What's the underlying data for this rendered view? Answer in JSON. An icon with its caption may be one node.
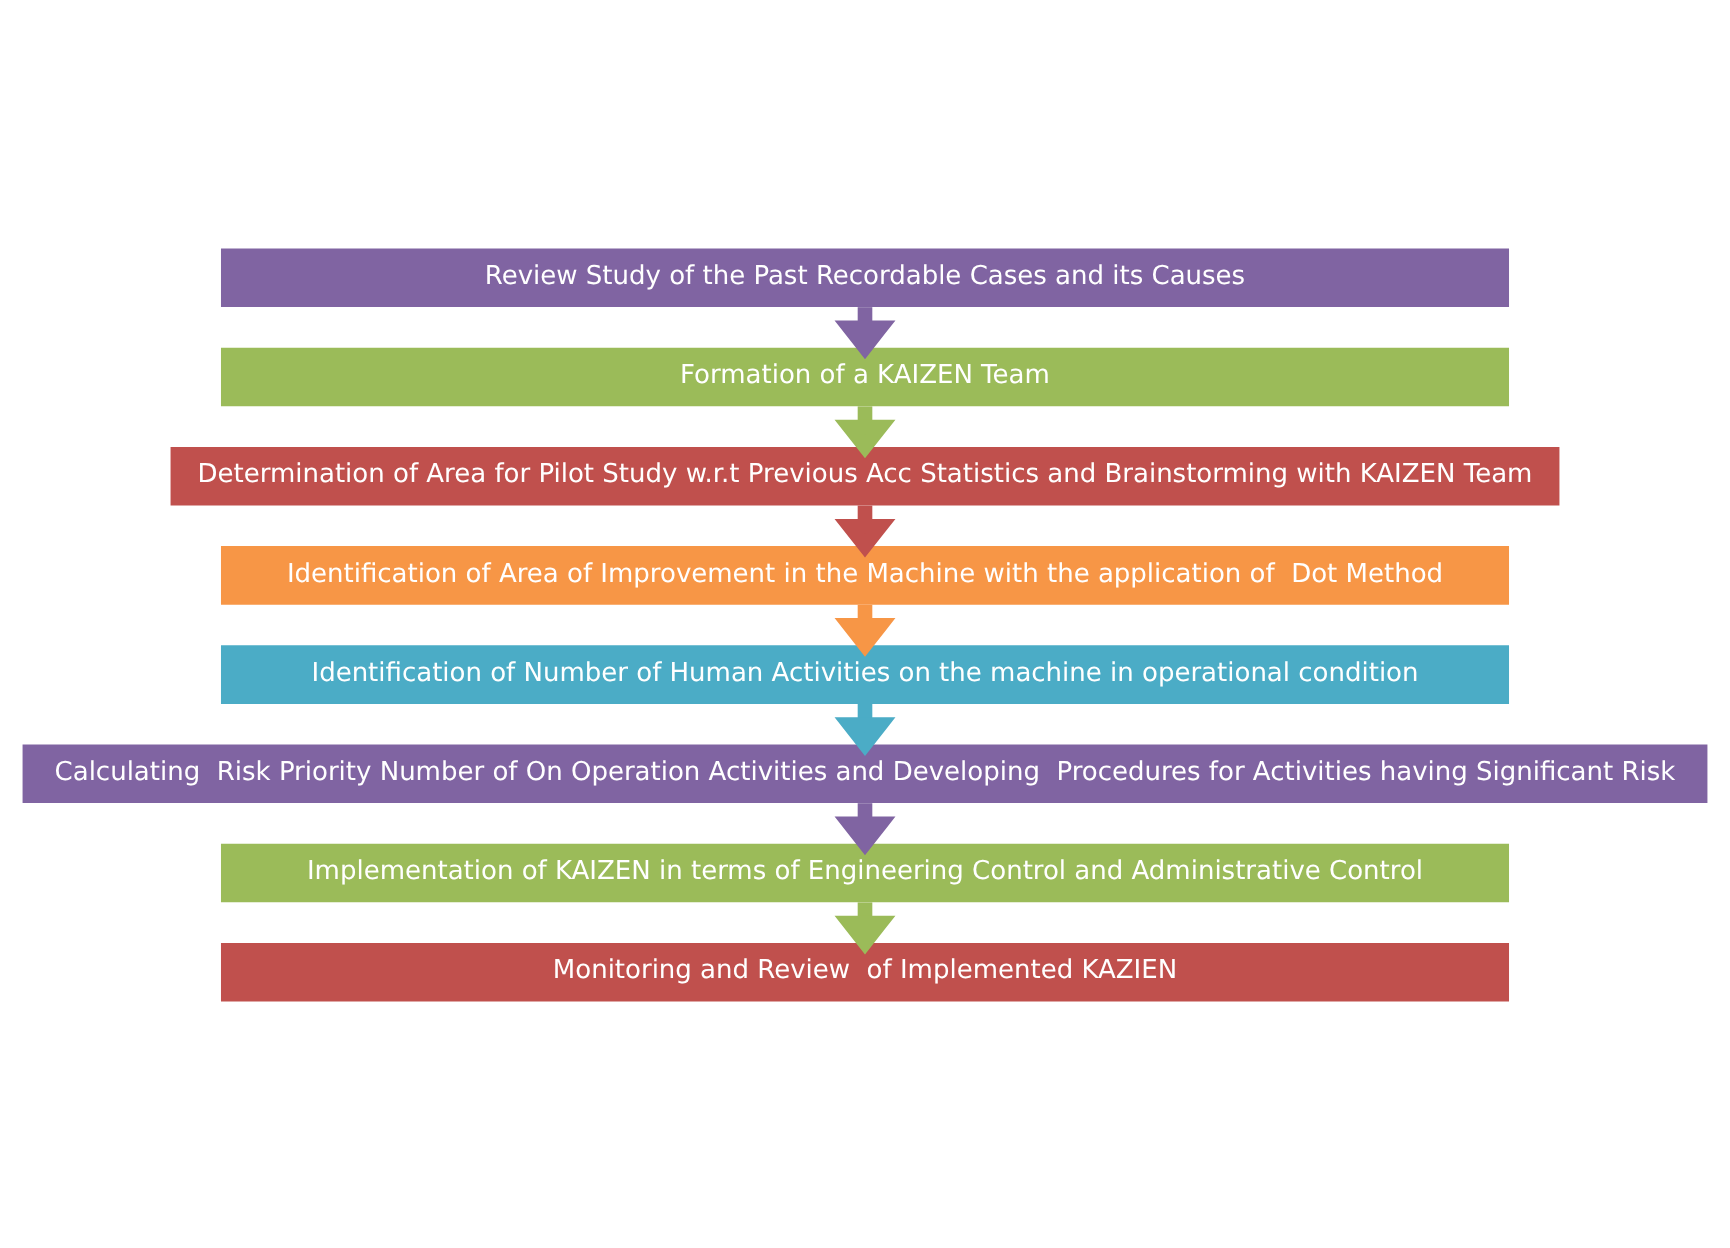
{
  "diagram": {
    "nodes": [
      {
        "text": [
          "Review Study of the Past Recordable Cases and its Causes"
        ]
      },
      {
        "text": [
          "Formation of a KAIZEN Team"
        ]
      },
      {
        "text": [
          "Determination of Area for Pilot Study w.r.t Previous Acc Statistics and Brainstorming with KAIZEN Team"
        ]
      },
      {
        "text": [
          "Identification of Area of Improvement in the Machine with the application of  Dot Method"
        ]
      },
      {
        "text": [
          "Identification of Number of Human Activities on the machine in operational condition"
        ]
      },
      {
        "text": [
          "Calculating  Risk Priority Number of On Operation Activities and Developing  Procedures for Activities having Significant Risk"
        ]
      },
      {
        "text": [
          "Implementation of KAIZEN in terms of Engineering Control and Administrative Control"
        ]
      },
      {
        "text": [
          "Monitoring and Review  of Implemented KAZIEN"
        ]
      }
    ],
    "edges": [
      {
        "from": 0,
        "to": 1,
        "arrow": "to",
        "color": "#8064a2"
      },
      {
        "from": 1,
        "to": 2,
        "arrow": "to",
        "color": "#9bbb59"
      },
      {
        "from": 2,
        "to": 3,
        "arrow": "to",
        "color": "#c0504d"
      },
      {
        "from": 3,
        "to": 4,
        "arrow": "to",
        "color": "#f79646"
      },
      {
        "from": 4,
        "to": 5,
        "arrow": "to",
        "color": "#4bacc6"
      },
      {
        "from": 5,
        "to": 6,
        "arrow": "to",
        "color": "#8064a2"
      },
      {
        "from": 6,
        "to": 7,
        "arrow": "to",
        "color": "#9bbb59"
      }
    ]
  }
}
